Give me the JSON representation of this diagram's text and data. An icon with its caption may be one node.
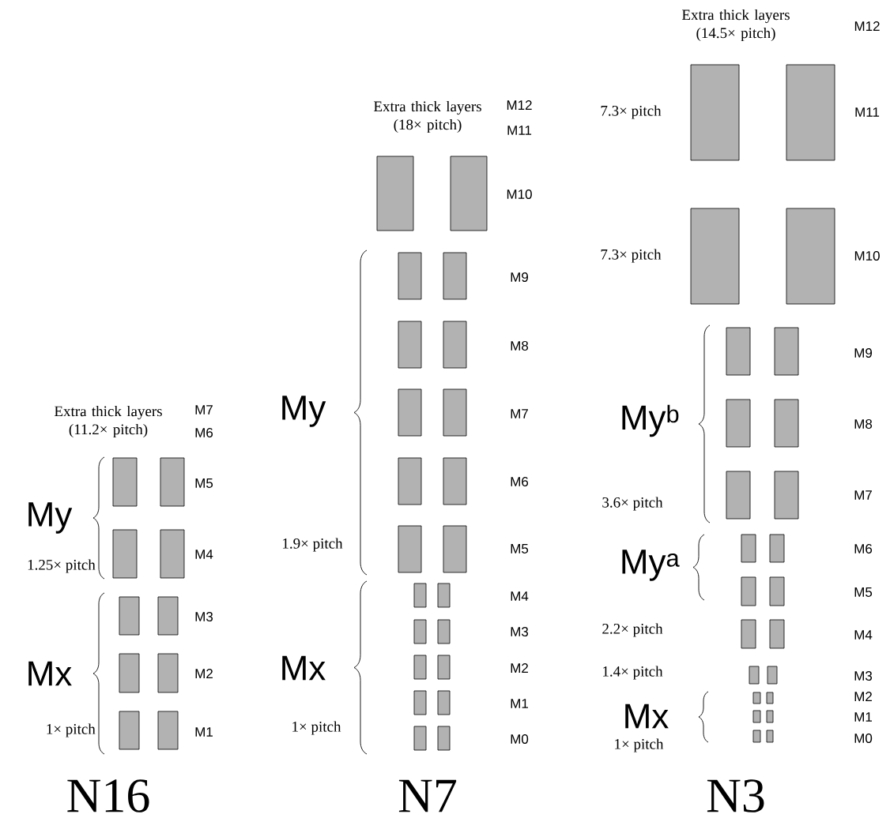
{
  "diagram": {
    "labels": [
      "Extra thick layers (11.2× pitch)",
      "M7",
      "M6",
      "My",
      "M5",
      "M4",
      "1.25× pitch",
      "M3",
      "Mx",
      "M2",
      "1× pitch",
      "M1",
      "N16",
      "Extra thick layers (18× pitch)",
      "M12",
      "M11",
      "M10",
      "M9",
      "M8",
      "My",
      "M7",
      "M6",
      "1.9× pitch",
      "M5",
      "M4",
      "M3",
      "Mx",
      "M2",
      "M1",
      "1× pitch",
      "M0",
      "N7",
      "Extra thick layers (14.5× pitch)",
      "M12",
      "7.3× pitch",
      "M11",
      "7.3× pitch",
      "M10",
      "M9",
      "My$^{b}$",
      "M8",
      "3.6× pitch",
      "M7",
      "M6",
      "My$^{a}$",
      "M5",
      "2.2× pitch",
      "M4",
      "1.4× pitch",
      "M3",
      "M2",
      "Mx",
      "M1",
      "1× pitch",
      "M0",
      "N3"
    ]
  }
}
